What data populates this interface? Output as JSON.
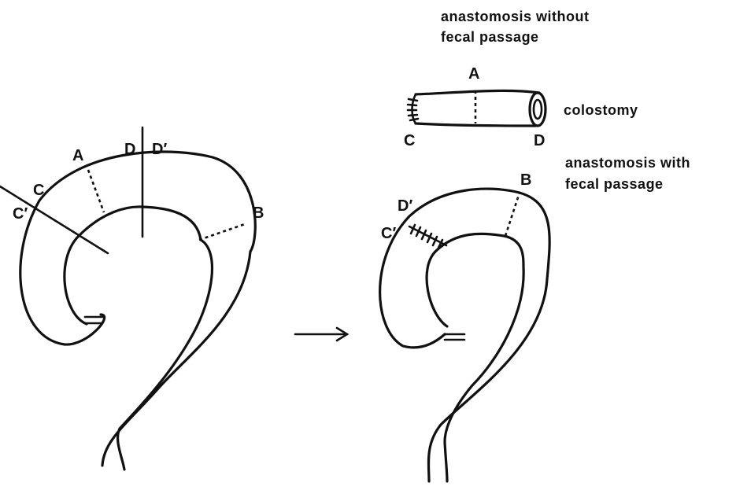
{
  "left_figure": {
    "labels": {
      "A": "A",
      "C": "C",
      "C_prime": "C′",
      "D": "D",
      "D_prime": "D′",
      "B": "B"
    }
  },
  "top_right": {
    "caption_line1": "anastomosis without",
    "caption_line2": "fecal passage",
    "label_A": "A",
    "label_C": "C",
    "label_D": "D",
    "colostomy_label": "colostomy"
  },
  "right_figure": {
    "caption_line1": "anastomosis with",
    "caption_line2": "fecal passage",
    "labels": {
      "B": "B",
      "D_prime": "D′",
      "C_prime": "C′"
    }
  },
  "transition_arrow": "→"
}
